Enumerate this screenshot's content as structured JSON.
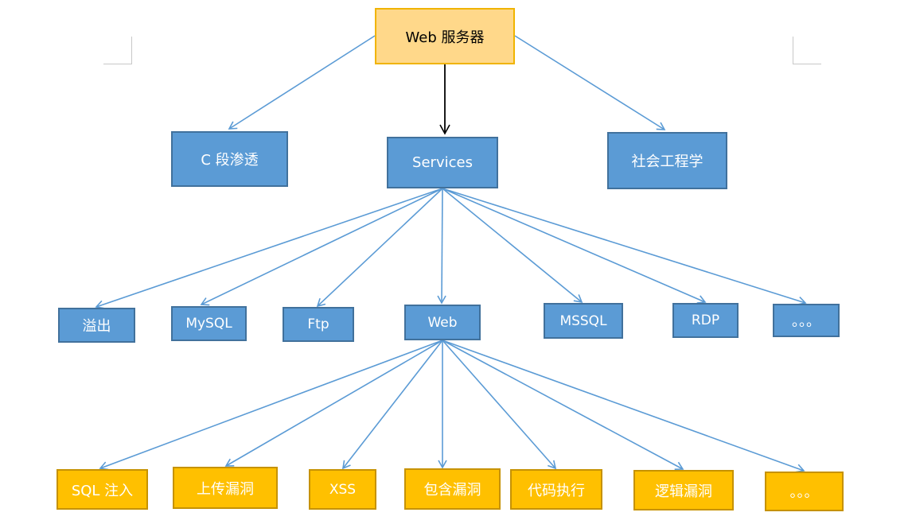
{
  "colors": {
    "root_fill": "#ffd88a",
    "root_border": "#f0b400",
    "blue_fill": "#5b9bd5",
    "blue_border": "#41719c",
    "gold_fill": "#ffc000",
    "gold_border": "#c69200",
    "edge_blue": "#5b9bd5",
    "edge_dark": "#000000"
  },
  "root": {
    "label": "Web 服务器"
  },
  "level1": {
    "c_segment": "C 段渗透",
    "services": "Services",
    "social": "社会工程学"
  },
  "services_children": {
    "overflow": "溢出",
    "mysql": "MySQL",
    "ftp": "Ftp",
    "web": "Web",
    "mssql": "MSSQL",
    "rdp": "RDP",
    "more": "。。。"
  },
  "web_children": {
    "sqli": "SQL 注入",
    "upload": "上传漏洞",
    "xss": "XSS",
    "include": "包含漏洞",
    "rce": "代码执行",
    "logic": "逻辑漏洞",
    "more": "。。。"
  }
}
